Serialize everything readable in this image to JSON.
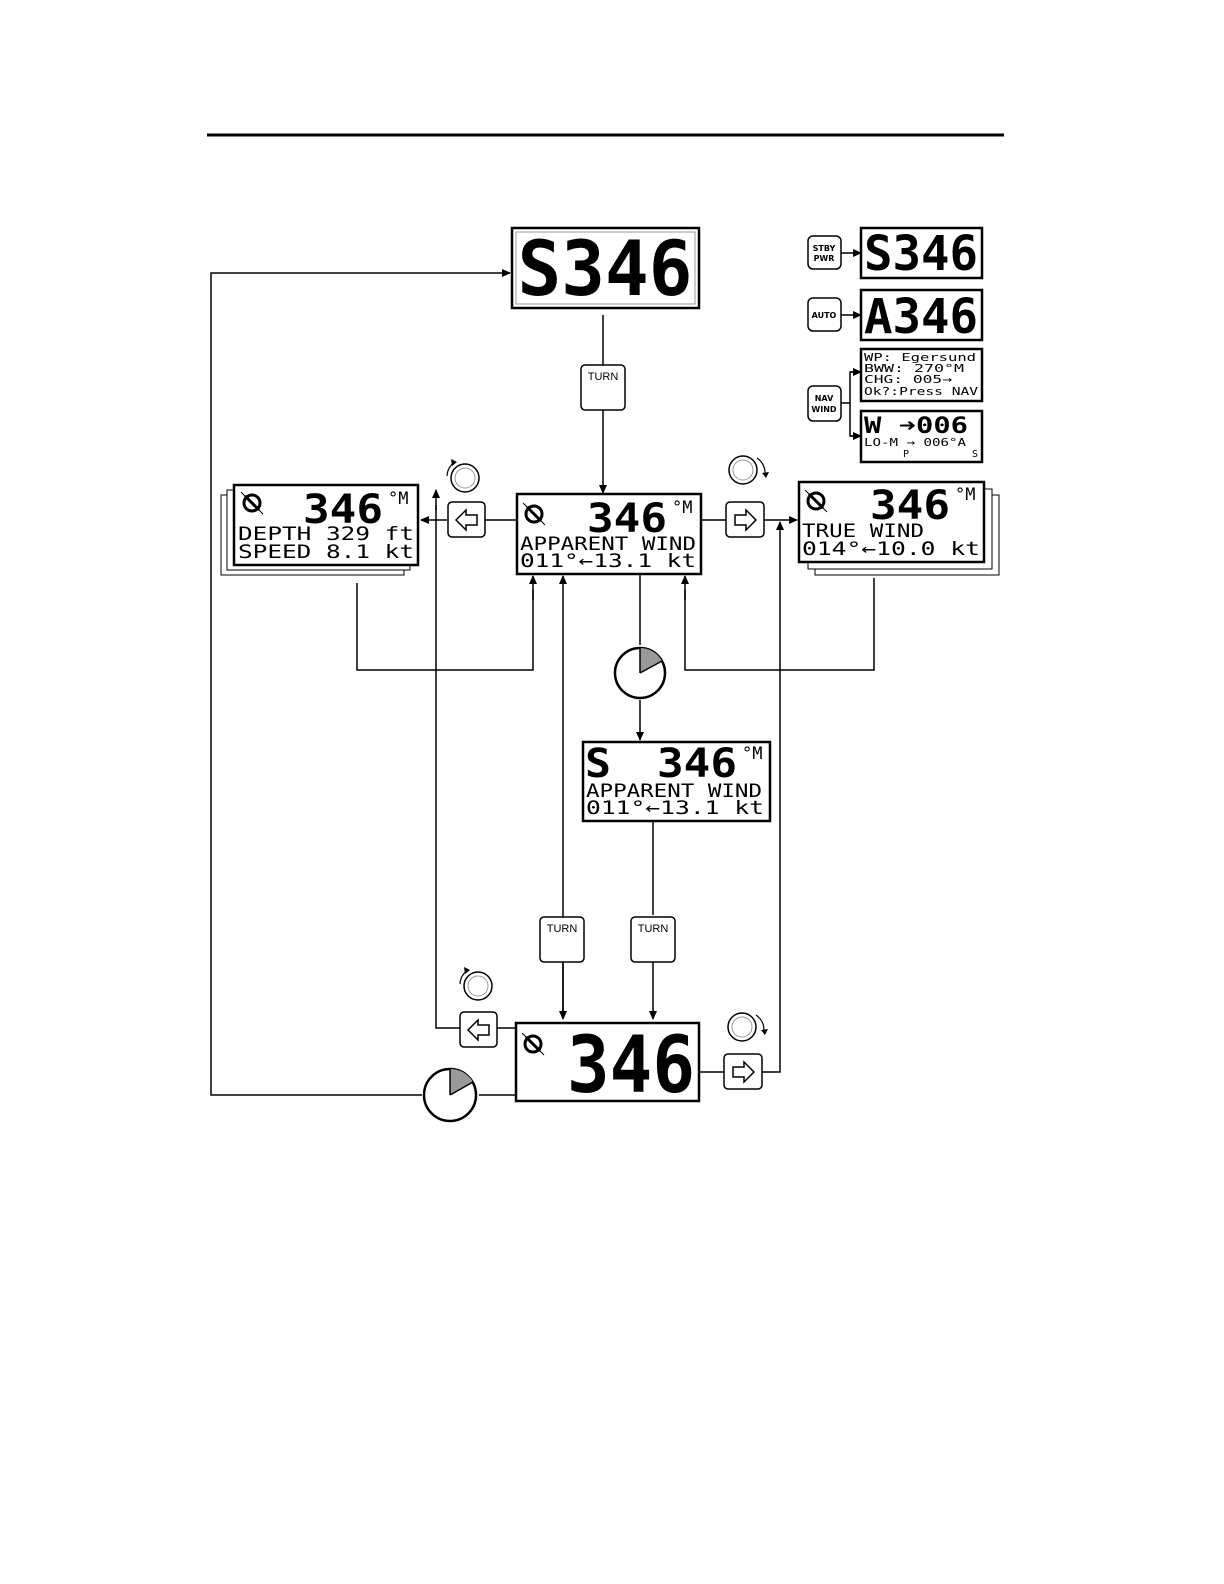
{
  "displays": {
    "standby_top": {
      "text": "S346"
    },
    "legend_standby": {
      "text": "S346"
    },
    "legend_auto": {
      "text": "A346"
    },
    "legend_nav": {
      "line1": "WP: Egersund",
      "line2": "BWW:  270°M",
      "line3": "CHG:  005→",
      "line4": "Ok?:Press NAV"
    },
    "legend_wind": {
      "line1": "W  ➜006",
      "line2": "LO-M → 006°A",
      "left_mark": "P",
      "right_mark": "S"
    },
    "depth_speed": {
      "heading": "346",
      "unit": "°M",
      "line1": "DEPTH   329 ft",
      "line2": "SPEED   8.1 kt"
    },
    "apparent_wind": {
      "heading": "346",
      "unit": "°M",
      "line1": "APPARENT WIND",
      "line2": " 011°←13.1 kt"
    },
    "true_wind": {
      "heading": "346",
      "unit": "°M",
      "line1": "TRUE WIND",
      "line2": " 014°←10.0 kt"
    },
    "standby_wind": {
      "mode": "S",
      "heading": "346",
      "unit": "°M",
      "line1": "APPARENT WIND",
      "line2": " 011°←13.1 kt"
    },
    "bottom": {
      "heading": "346"
    }
  },
  "buttons": {
    "turn_top": "TURN",
    "turn_left": "TURN",
    "turn_right": "TURN"
  },
  "keys": {
    "stby": {
      "line1": "STBY",
      "line2": "PWR"
    },
    "auto": {
      "label": "AUTO"
    },
    "nav": {
      "line1": "NAV",
      "line2": "WIND"
    }
  },
  "icons": {
    "rotate_ccw": "rotate-ccw-knob-icon",
    "rotate_cw": "rotate-cw-knob-icon",
    "arrow_left": "left-arrow-key-icon",
    "arrow_right": "right-arrow-key-icon",
    "timer": "timer-clock-icon",
    "no_wind": "wind-sensor-off-icon"
  }
}
